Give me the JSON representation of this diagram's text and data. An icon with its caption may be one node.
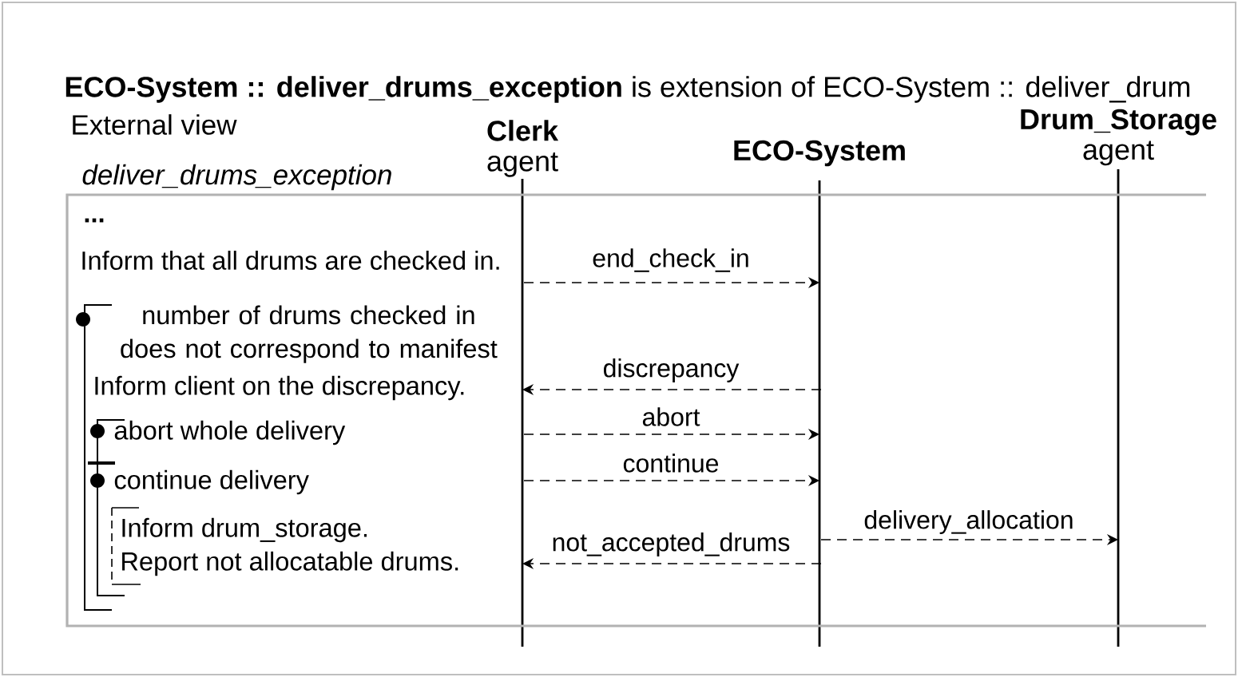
{
  "diagram": {
    "title": "**ECO-System :: deliver_drums_exception** is extension of ECO-System :: deliver_drum",
    "nodes": [
      {
        "text": [
          "Clerk",
          "agent"
        ]
      },
      {
        "text": [
          "ECO-System"
        ]
      },
      {
        "text": [
          "Drum_Storage",
          "agent"
        ]
      }
    ],
    "edges": [
      {
        "from": 0,
        "to": 1,
        "arrow": "to",
        "label": "end_check_in"
      },
      {
        "from": 1,
        "to": 0,
        "arrow": "to",
        "label": "discrepancy"
      },
      {
        "from": 0,
        "to": 1,
        "arrow": "to",
        "label": "abort"
      },
      {
        "from": 0,
        "to": 1,
        "arrow": "to",
        "label": "continue"
      },
      {
        "from": 1,
        "to": 2,
        "arrow": "to",
        "label": "delivery_allocation"
      },
      {
        "from": 1,
        "to": 0,
        "arrow": "to",
        "label": "not_accepted_drums"
      }
    ],
    "labels": [
      "External view",
      "deliver_drums_exception",
      "...",
      "Inform that all drums are checked in.",
      "number of drums checked in does not correspond to manifest",
      "Inform client on the discrepancy.",
      "abort whole delivery",
      "continue delivery",
      "Inform drum_storage.",
      "Report not allocatable drums."
    ]
  }
}
